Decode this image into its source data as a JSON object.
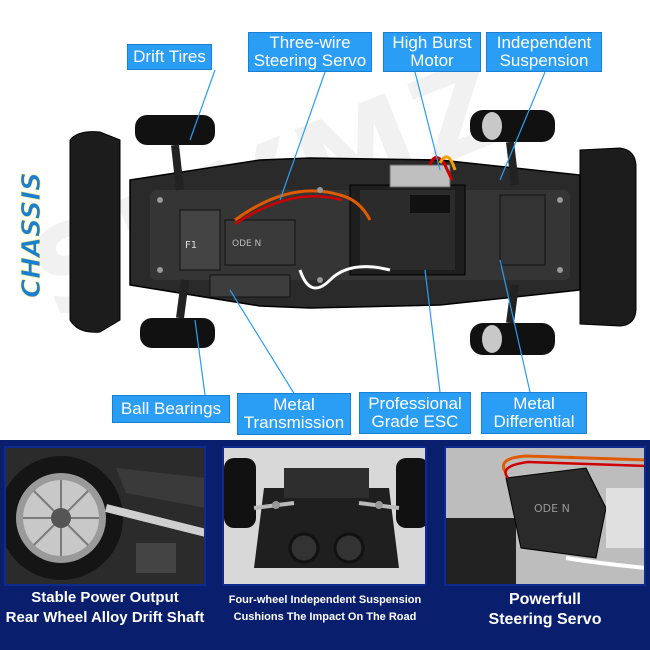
{
  "chassis_label": "CHASSIS",
  "callouts": {
    "drift_tires": "Drift Tires",
    "steering_servo": "Three-wire Steering Servo",
    "motor": "High Burst Motor",
    "suspension": "Independent Suspension",
    "ball_bearings": "Ball Bearings",
    "transmission": "Metal Transmission",
    "esc": "Professional Grade ESC",
    "differential": "Metal Differential"
  },
  "chassis_marks": {
    "servo_code": "F1",
    "servo_label": "ODE N"
  },
  "watermark": "SKYMZ",
  "panels": [
    {
      "caption_line1": "Stable Power Output",
      "caption_line2": "Rear Wheel Alloy Drift Shaft"
    },
    {
      "caption_line1": "Four-wheel Independent Suspension",
      "caption_line2": "Cushions The Impact On The Road"
    },
    {
      "caption_line1": "Powerfull",
      "caption_line2": "Steering Servo"
    }
  ],
  "colors": {
    "callout_bg": "#2a9df4",
    "footer_bg": "#0a1e6e",
    "chassis_word": "#1a7fd0"
  }
}
